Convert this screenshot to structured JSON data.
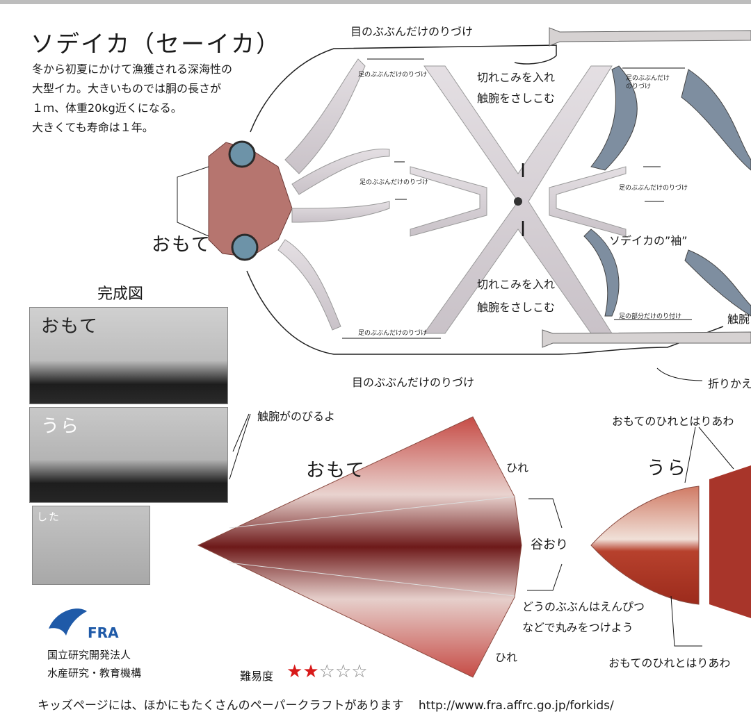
{
  "title": "ソデイカ（セーイカ）",
  "description": [
    "冬から初夏にかけて漁獲される深海性の",
    "大型イカ。大きいものでは胴の長さが",
    "１ｍ、体重20kg近くになる。",
    "大きくても寿命は１年。"
  ],
  "diagram": {
    "eye_glue_top": "目のぶぶんだけのりづけ",
    "eye_glue_bottom": "目のぶぶんだけのりづけ",
    "omote_head_label": "おもて",
    "leg_glue_1": "足のぶぶんだけのりづけ",
    "leg_glue_2": "足のぶぶんだけのりづけ",
    "leg_glue_3": "足のぶぶんだけのりづけ",
    "leg_glue_4a": "足のぶぶんだけ",
    "leg_glue_4b": "のりづけ",
    "leg_glue_5": "足のぶぶんだけのりづけ",
    "leg_glue_6": "足の部分だけのり付け",
    "cut_top_1": "切れこみを入れ",
    "cut_top_2": "触腕をさしこむ",
    "cut_bottom_1": "切れこみを入れ",
    "cut_bottom_2": "触腕をさしこむ",
    "sode_label": "ソデイカの”袖”",
    "tentacle_label": "触腕",
    "fold_label": "折りかえ"
  },
  "completion": {
    "title": "完成図",
    "omote_caption": "おもて",
    "ura_caption": "うら",
    "shita_caption": "した",
    "tentacle_note": "触腕がのびるよ"
  },
  "body_part": {
    "omote_label": "おもて",
    "ura_label": "うら",
    "fin_top": "ひれ",
    "fin_bottom": "ひれ",
    "valley_fold": "谷おり",
    "body_round_1": "どうのぶぶんはえんぴつ",
    "body_round_2": "などで丸みをつけよう",
    "fin_match_top": "おもてのひれとはりあわ",
    "fin_match_bottom": "おもてのひれとはりあわ"
  },
  "logo": {
    "text": "FRA"
  },
  "organization": [
    "国立研究開発法人",
    "水産研究・教育機構"
  ],
  "difficulty": {
    "label": "難易度",
    "rating": 2,
    "max": 5,
    "filled_star": "★",
    "empty_star": "☆"
  },
  "footer": {
    "text": "キッズページには、ほかにもたくさんのペーパークラフトがあります",
    "url": "http://www.fra.affrc.go.jp/forkids/"
  },
  "colors": {
    "squid_red": "#a8302a",
    "star_red": "#d81a1a",
    "fra_blue": "#1f5aa8",
    "tentacle_grey": "#d9d4d8"
  }
}
